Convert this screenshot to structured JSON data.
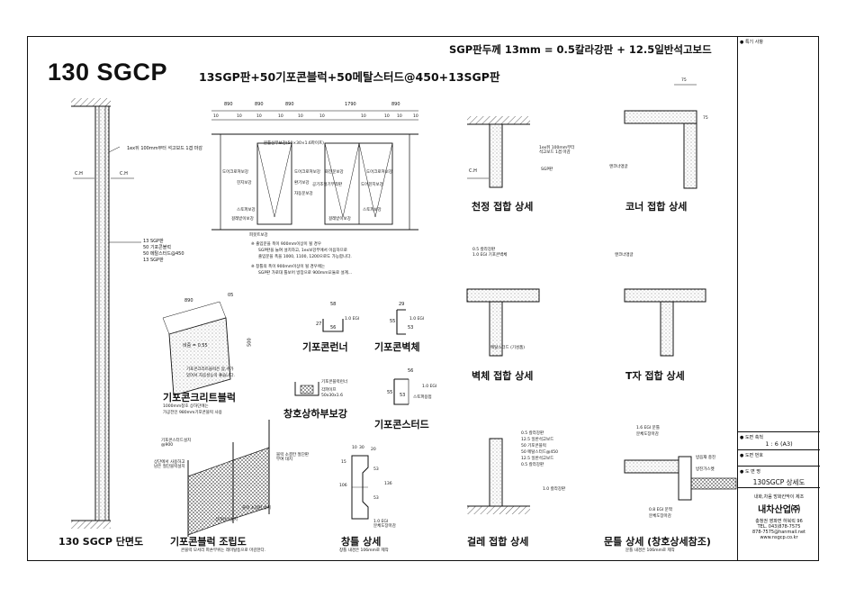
{
  "header": {
    "title": "130 SGCP",
    "subtitle": "13SGP판+50기포콘블럭+50메탈스터드@450+13SGP판",
    "spec": "SGP판두께 13mm = 0.5칼라강판 + 12.5일반석고보드"
  },
  "section": {
    "title": "130 SGCP 단면도",
    "note_top": "1ex뒤 100mm부터\n석고보드 1겹 마감",
    "ch_left": "C.H",
    "ch_right": "C.H",
    "layers": [
      "13 SGP판",
      "50 기포콘블럭",
      "50 메탈스터드@450",
      "13 SGP판"
    ]
  },
  "elevation": {
    "dims_top": [
      "890",
      "890",
      "890",
      "1790",
      "890"
    ],
    "dims_sub": [
      "10",
      "10",
      "10",
      "10",
      "10",
      "10",
      "10",
      "10",
      "10",
      "10"
    ],
    "labels": [
      "문틀상부보강(50×30×1.6파이프)",
      "도어크로져보강",
      "힌지보강",
      "도어크로져보강",
      "도어크로져보강",
      "환기보강",
      "도어힌지보강",
      "스토퍼보강",
      "스토퍼보강",
      "걸레받이보강",
      "자동문보강",
      "걸레받이보강",
      "회전문보강",
      "공기조절기부착판",
      "피봇트보강"
    ],
    "notes": [
      "※ 출입문을 폭이 900mm이상이 될 경우",
      "SGP판을 늘여 설치하고, 1ex보강부에서 이음하므로",
      "출입문을 폭을 1000, 1100, 1200으로도 가능합니다.",
      "※ 창틀의 폭이 900mm이상이 될 경우에는",
      "SGP판 가로대 틀보어 방장으로 900mm모듈로 설계..."
    ]
  },
  "profiles": {
    "runner": {
      "title": "기포콘런너",
      "w": "58",
      "h": "27",
      "inner": "56",
      "gauge": "1.0 EGI"
    },
    "wall": {
      "title": "기포콘벽체",
      "w": "29",
      "h": "55",
      "inner": "53",
      "gauge": "1.0 EGI"
    },
    "stud": {
      "title": "기포콘스터드",
      "w": "56",
      "h": "55",
      "inner": "53",
      "gauge": "1.0 EGI",
      "note": "스토퍼용접"
    },
    "window_reinf": {
      "title": "창호상하부보강",
      "items": [
        "기포콘블럭런너",
        "각파이프",
        "50x30x1.6"
      ]
    }
  },
  "block": {
    "title": "기포콘크리트블럭",
    "w": "890",
    "t": "05",
    "h": "500",
    "spec": "비중 = 0.55",
    "note1": "기포콘크리트블럭은 압,수가",
    "note2": "있어서 차음성능이 좋습니다.",
    "note3": "1000mm창호 상하단에는",
    "note4": "가공전인 980mm기포콘블럭 사용"
  },
  "assembly": {
    "title": "기포콘블럭 조립도",
    "labels": [
      "기포콘스터드설치\n@900",
      "상단에서 사용하고\n남은 절단블럭설치",
      "블럭 소결칸 절단판\n부여 대치",
      "블럭 소정판 설치",
      "상하런너설치"
    ],
    "footnote": "콘블럭 모서리 파손부위는 레미탈등으로 마감한다."
  },
  "window_frame": {
    "title": "창틀 상세",
    "dims": [
      "10",
      "30",
      "20",
      "15",
      "106",
      "53",
      "53",
      "136"
    ],
    "gauge": "1.0 EGI\n분체도장마감",
    "footnote": "창틀 내경은 106mm로 제작"
  },
  "ceiling": {
    "title": "천정 접합 상세",
    "note": "1ex뒤 100mm부터\n석고보드 1겹 마감",
    "label2": "SGP판",
    "ch": "C.H"
  },
  "corner": {
    "title": "코너 접합 상세",
    "dim1": "75",
    "dim2": "75",
    "note": "앤코너앵글"
  },
  "wall_joint": {
    "title": "벽체 접합 상세",
    "n1": "0.5 칼라강판",
    "n2": "1.0 EGI 기포콘벽체",
    "n3": "메탈스터드 (기성품)"
  },
  "tee": {
    "title": "T자 접합 상세",
    "note": "앤코너앵글"
  },
  "baseboard": {
    "title": "걸레 접합 상세",
    "layers": [
      "0.5 칼라강판",
      "12.5 일반석고보드",
      "50 기포콘블럭",
      "50 메탈스터드@450",
      "12.5 일반석고보드",
      "0.5 칼라강판"
    ],
    "bottom": "1.0 칼라강판"
  },
  "door": {
    "title": "문틀 상세 (창호상세참조)",
    "n1": "1.6 EGI 문틀",
    "n2": "분체도장마감",
    "n3": "방음재 충진",
    "n4": "방진가스켓",
    "n5": "0.8 EGI 문짝",
    "n6": "분체도장마감",
    "footnote": "문틀 내경은 106mm로 제작"
  },
  "titleblock": {
    "special": "● 특기 사항",
    "scale_label": "● 도면 축척",
    "scale": "1 : 6 (A3)",
    "number_label": "● 도면 번호",
    "name_label": "● 도 면 명",
    "name": "130SGCP 상세도",
    "company_desc": "내화,차음 방화칸막이 제조",
    "company": "내차산업㈜",
    "addr": "충청권 영파면 하북릭 96",
    "tel": "TEL. 043)878-7575",
    "fax": "878-7575@hanmail.net",
    "web": "www.nsgcp.co.kr"
  },
  "colors": {
    "line": "#111111",
    "hatch": "#333333",
    "bg": "#ffffff"
  }
}
